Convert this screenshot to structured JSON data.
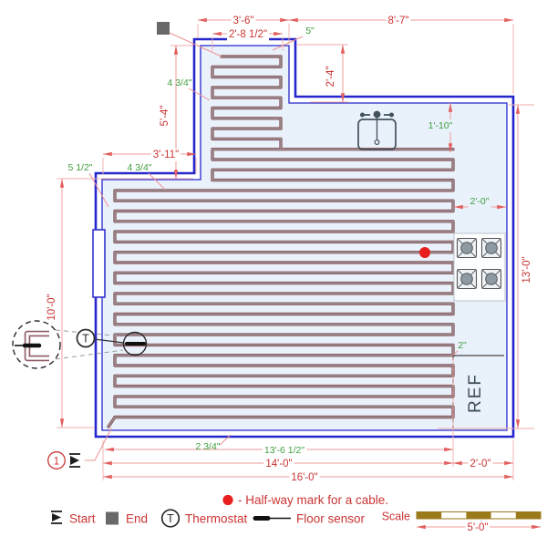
{
  "colors": {
    "wall_outline": "#2626cc",
    "floor_fill": "#e9f1fb",
    "cable_edge": "#8f5b63",
    "cable_core": "#979797",
    "dimension_red": "#cb3434",
    "dimension_green": "#3f9e3f",
    "halfway_dot": "#e81f1f",
    "end_marker_gray": "#696969",
    "scale_gold": "#9a7a1b"
  },
  "dimensions": {
    "strip_width": "3'-6\"",
    "upper_right_width": "8'-7\"",
    "strip_cable_width": "2'-8 1/2\"",
    "strip_right_gap": "5\"",
    "upper_right_offset": "2'-4\"",
    "strip_height": "5'-4\"",
    "strip_row_gap": "4 3/4\"",
    "step_width": "3'-11\"",
    "left_wall_gap": "5 1/2\"",
    "main_row_gap": "4 3/4\"",
    "left_height": "10'-0\"",
    "counter_depth": "1'-10\"",
    "right_counter_width": "2'-0\"",
    "right_height": "13'-0\"",
    "ref_gap": "2\"",
    "bottom_cable_gap": "2 3/4\"",
    "cable_area_width": "13'-6 1/2\"",
    "bottom_main_width": "14'-0\"",
    "bottom_right_width": "2'-0\"",
    "total_width": "16'-0\"",
    "scale_length": "5'-0\""
  },
  "plan_labels": {
    "ref": "REF",
    "start_number": "1",
    "thermostat": "T"
  },
  "legend": {
    "start": "Start",
    "end": "End",
    "thermostat": "Thermostat",
    "thermostat_symbol": "T",
    "halfway": "- Half-way mark for a cable.",
    "floor_sensor": "Floor sensor",
    "scale": "Scale"
  }
}
